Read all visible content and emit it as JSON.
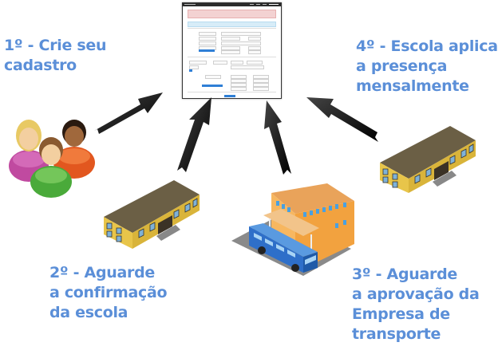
{
  "diagram": {
    "center": {
      "label": "registration-form-screenshot"
    },
    "steps": [
      {
        "number": "1º",
        "lines": [
          "1º - Crie seu",
          "cadastro"
        ],
        "icon": "people-icon"
      },
      {
        "number": "2º",
        "lines": [
          "2º - Aguarde",
          "a confirmação",
          "da escola"
        ],
        "icon": "school-building-icon"
      },
      {
        "number": "3º",
        "lines": [
          "3º - Aguarde",
          "a aprovação da",
          "Empresa de",
          "transporte"
        ],
        "icon": "bus-station-icon"
      },
      {
        "number": "4º",
        "lines": [
          "4º - Escola aplica",
          "a presença",
          "mensalmente"
        ],
        "icon": "school-building-icon"
      }
    ],
    "colors": {
      "text": "#5b8fd8",
      "arrow": "#111111",
      "building_wall": "#e8c54a",
      "building_roof": "#6b5f45",
      "bus": "#2e6fc9",
      "station": "#f0a84a"
    }
  }
}
